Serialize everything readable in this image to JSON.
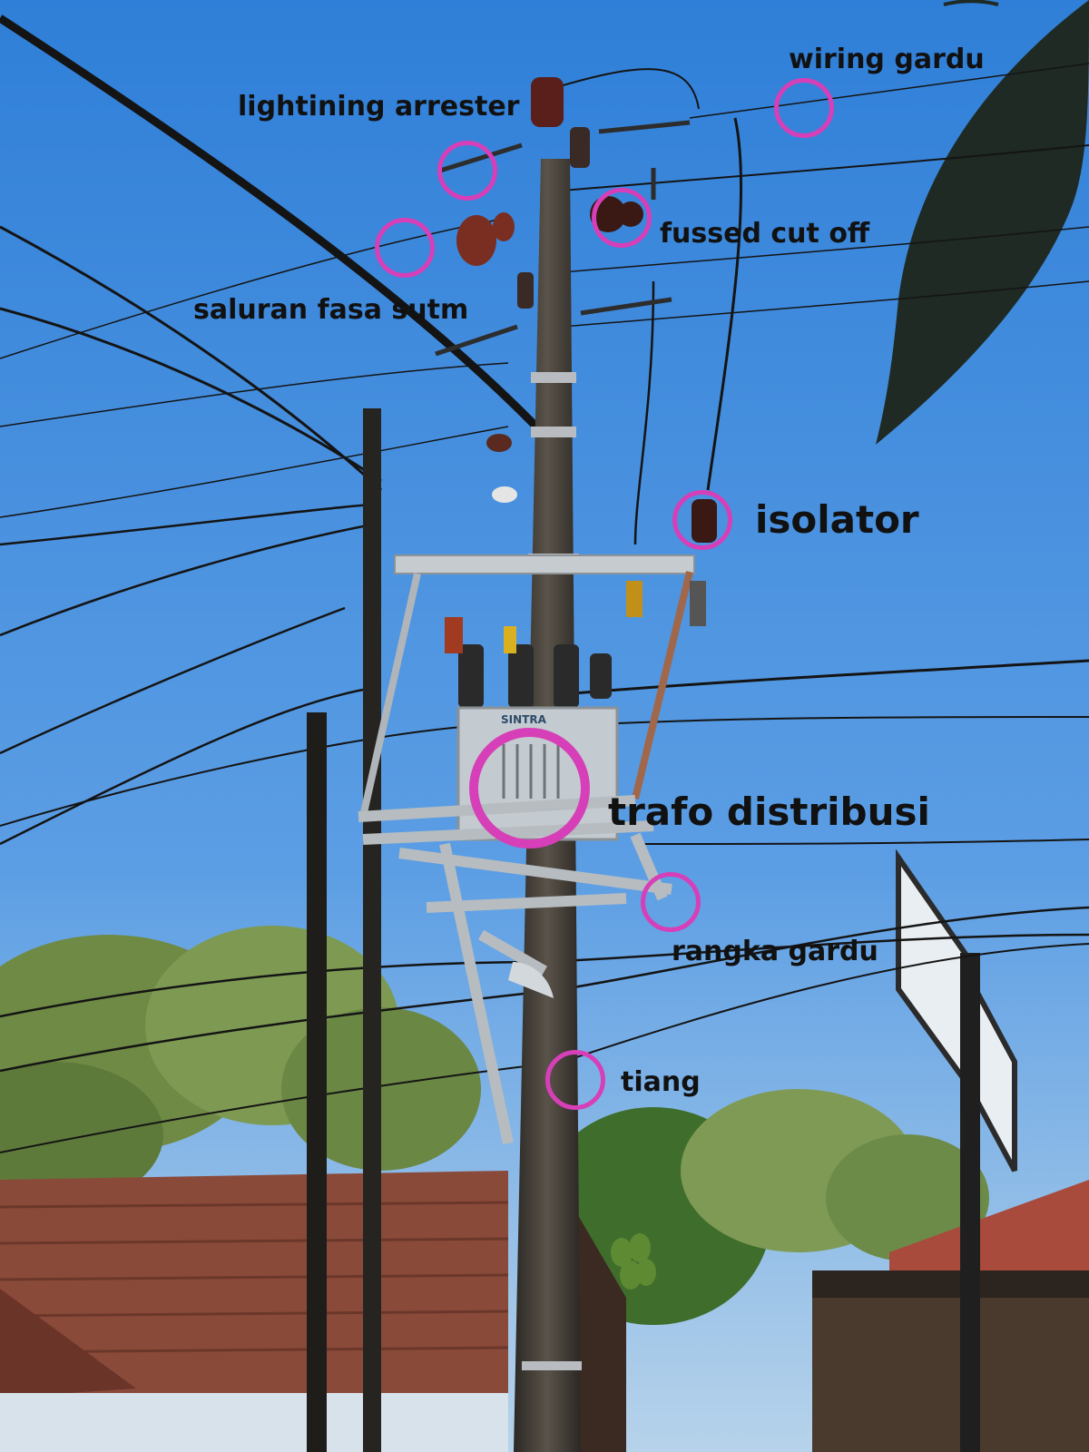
{
  "image": {
    "labels": {
      "wiring_gardu": "wiring gardu",
      "lightning_arrester": "lightining arrester",
      "fused_cut_off": "fussed cut off",
      "saluran_fasa": "saluran fasa sutm",
      "isolator": "isolator",
      "trafo": "trafo distribusi",
      "rangka": "rangka gardu",
      "tiang": "tiang"
    },
    "transformer_brand": "SINTRA",
    "colors": {
      "marker": "#d63fb8",
      "sky_top": "#2f7fd8",
      "sky_bottom": "#b7d3ea",
      "roof": "#8a4a3a",
      "text": "#111111"
    }
  }
}
